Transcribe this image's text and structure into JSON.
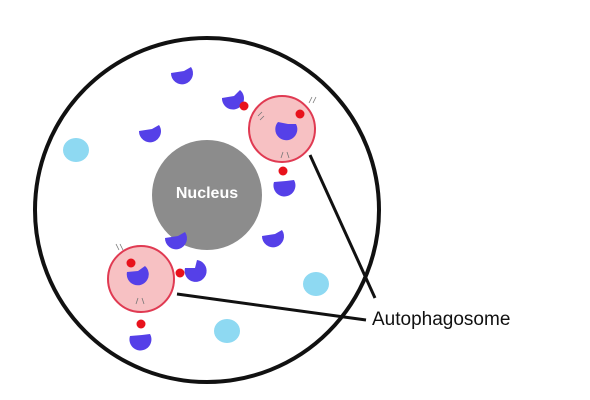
{
  "labels": {
    "nucleus": "Nucleus",
    "autophagosome": "Autophagosome"
  },
  "colors": {
    "cell_outline": "#111111",
    "nucleus": "#8c8c8c",
    "autophagosome_fill": "#f7c1c3",
    "autophagosome_edge": "#e03a52",
    "protein": "#5540e8",
    "vesicle": "#8ed9f2",
    "tag": "#e8121c",
    "pointer_line": "#111111"
  },
  "icons": {
    "protein": "purple-blob-shape",
    "tag": "red-dot-marker",
    "vesicle": "light-blue-oval"
  }
}
